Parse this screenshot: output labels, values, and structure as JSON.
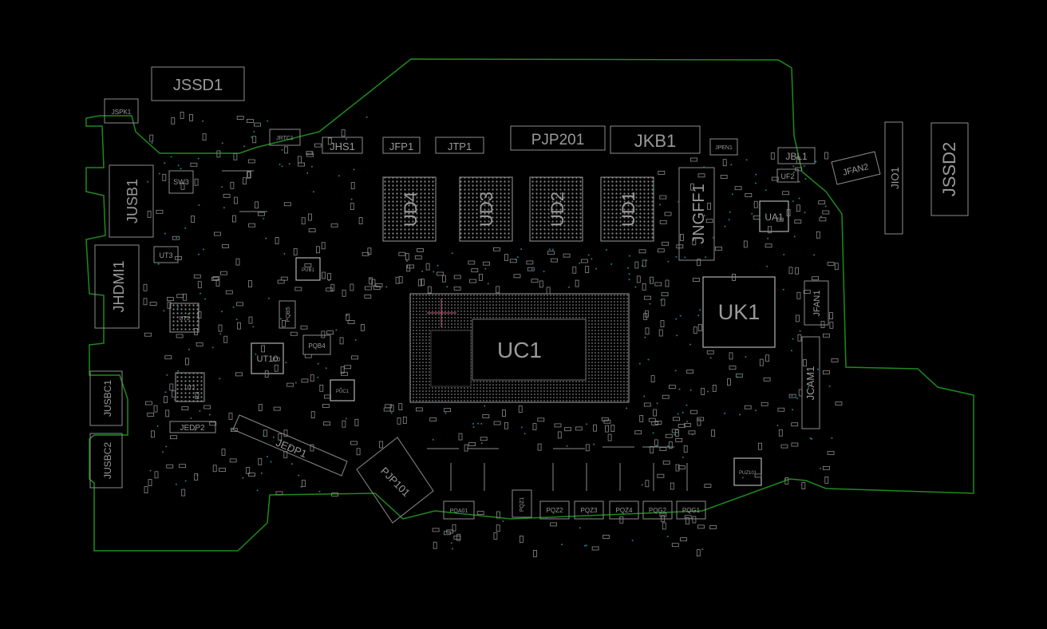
{
  "colors": {
    "background": "#000000",
    "outline": "#1e8a1e",
    "silkscreen": "#9a9a9a",
    "via": "#1f7f8a",
    "marker": "#c0607a"
  },
  "labels": {
    "jssd1": "JSSD1",
    "jspk1": "JSPK1",
    "jrtc1": "JRTC1",
    "jhs1": "JHS1",
    "jfp1": "JFP1",
    "jtp1": "JTP1",
    "pjp201": "PJP201",
    "jkb1": "JKB1",
    "jpen1": "JPEN1",
    "jbl1": "JBL1",
    "jfan2": "JFAN2",
    "jio1": "JIO1",
    "jssd2": "JSSD2",
    "jusb1": "JUSB1",
    "sw3": "SW3",
    "ut3": "UT3",
    "jhdmi1": "JHDMI1",
    "ud4": "UD4",
    "ud3": "UD3",
    "ud2": "UD2",
    "ud1": "UD1",
    "jngff1": "JNGFF1",
    "ua1": "UA1",
    "uf2": "UF2",
    "jfan1": "JFAN1",
    "uk1": "UK1",
    "uc1": "UC1",
    "jcam1": "JCAM1",
    "ut10": "UT10",
    "pqb4": "PQB4",
    "pqb5": "PQB5",
    "pub1": "PUB1",
    "puc1": "PUC1",
    "jusbc1": "JUSBC1",
    "jusbc2": "JUSBC2",
    "jedp2": "JEDP2",
    "jedp1": "JEDP1",
    "pjp101": "PJP101",
    "pqa01": "PQA01",
    "pqz1": "PQZ1",
    "pqz2": "PQZ2",
    "pqz3": "PQZ3",
    "pqz4": "PQZ4",
    "pqg2": "PQG2",
    "pqg1": "PQG1",
    "puz101": "PUZ101",
    "ut2": "UT2",
    "ut5": "UT5"
  }
}
